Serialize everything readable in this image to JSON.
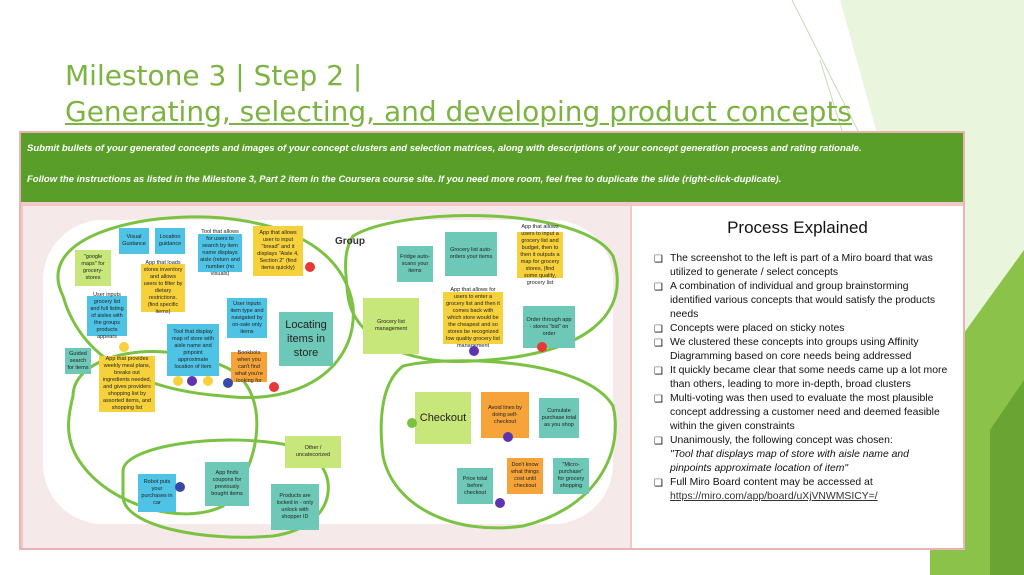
{
  "slide": {
    "title_line1": "Milestone 3 | Step 2 |",
    "title_line2": "Generating, selecting, and developing product concepts"
  },
  "banner": {
    "line1": "Submit bullets of your generated concepts and images of your concept clusters and selection matrices, along with descriptions of your concept generation process and rating rationale.",
    "line2": "Follow the instructions as listed in the Milestone 3, Part 2 item in the Coursera course site. If you need more room, feel free to duplicate the slide (right-click-duplicate)."
  },
  "board": {
    "group_label": "Group",
    "notes": {
      "n1": "\"google maps\" for grocery-stores",
      "n2": "Visual Guidance",
      "n3": "Location guidance",
      "n4": "Tool that allows for users to search by item name displays aisle (return and number (no visuals)",
      "n5": "App that allows user to input \"bread\" and it displays \"Aisle 4, Section 2\" (find items quickly)",
      "n6": "App that loads stores inventory and allows users to filter by dietary restrictions. (find specific items)",
      "n7": "User inputs grocery list and full listing of aisles with the groups products appears",
      "n8": "Tool that display map of store with aisle name and pinpoint approximate location of item",
      "n9": "User inputs item type and navigated by on-sale only items",
      "n10": "Guided search for items",
      "n11": "App that provides weekly meal plans, breaks out ingredients needed, and gives providers shopping list by assorted items, and shopping list",
      "n12": "Bookbots when you can't find what you're looking for",
      "n13": "Locating items in store",
      "n14": "Fridge auto-scans your items",
      "n15": "Grocery list auto-orders your items",
      "n16": "App that allows users to input a grocery list and budget, then to then it outputs a map for grocery stores, (find some quality, grocery list",
      "n17": "Grocery list management",
      "n18": "App that allows for users to enter a grocery list and then it comes back with which store would be the cheapest and so stores be recognized low quality grocery list management",
      "n19": "Order through app - stores \"bid\" on order",
      "n20": "Checkout",
      "n21": "Avoid lines by doing self-checkout",
      "n22": "Cumulate purchase total as you shop",
      "n23": "Other / uncatecorized",
      "n24": "Robot puts your purchases in car",
      "n25": "App finds coupons for previously bought items",
      "n26": "Products are locked in - only unlock with shopper ID",
      "n27": "Price total before checkout",
      "n28": "Don't know what things cost until checkout",
      "n29": "\"Micro-purchase\" for grocery shopping"
    }
  },
  "panel": {
    "title": "Process Explained",
    "bullets": [
      "The screenshot to the left is part of a Miro board that was utilized to generate / select concepts",
      "A combination of individual and group brainstorming identified various concepts that would satisfy the products needs",
      "Concepts were placed on sticky notes",
      "We clustered these concepts into groups using Affinity Diagramming based on core needs being addressed",
      "It quickly became clear that some needs came up a lot more than others, leading to more in-depth, broad clusters",
      "Multi-voting was then used to evaluate the most plausible concept addressing a customer need and deemed feasible within the given constraints",
      "Unanimously, the following concept was chosen:"
    ],
    "chosen_quote": "\"Tool that displays map of store with aisle name and pinpoints approximate location of item\"",
    "last_bullet": "Full Miro Board content may be accessed at",
    "link": "https://miro.com/app/board/uXjVNWMSICY=/"
  },
  "colors": {
    "title": "#7cb342",
    "banner": "#5a9e2a",
    "frame": "#f3c7c7"
  }
}
